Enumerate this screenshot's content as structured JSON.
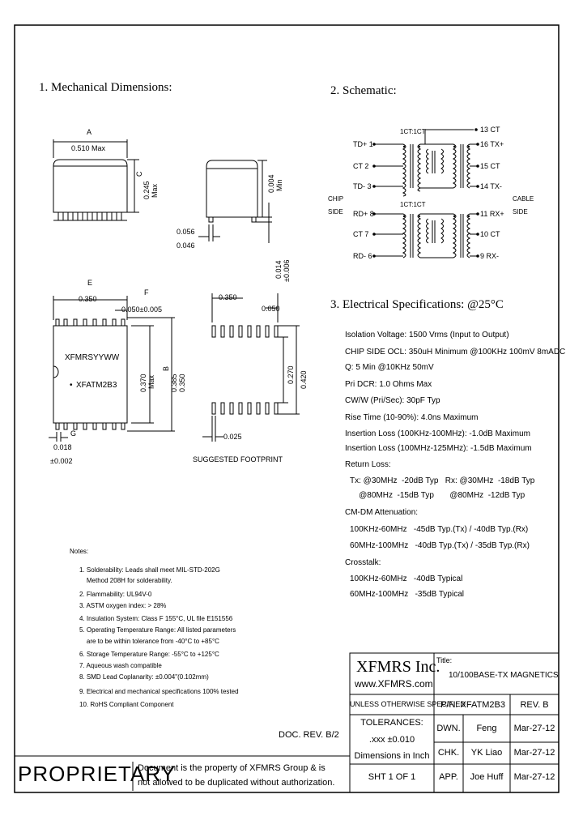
{
  "sections": {
    "mechanical": "1. Mechanical Dimensions:",
    "schematic": "2. Schematic:",
    "electrical": "3. Electrical Specifications: @25°C"
  },
  "mech": {
    "dim_a_label": "A",
    "dim_a_value": "0.510 Max",
    "dim_c_label": "C",
    "dim_c_value": "0.245",
    "dim_c_max": "Max",
    "dim_top_value": "0.004",
    "dim_top_min": "Min",
    "lead_w1": "0.056",
    "lead_w2": "0.046",
    "lead_h1": "0.014",
    "lead_h2": "±0.006",
    "dim_e_label": "E",
    "dim_e_value": "0.350",
    "dim_f_label": "F",
    "dim_f_value": "0.050±0.005",
    "marking_line1": "XFMRSYYWW",
    "marking_line2": "XFATM2B3",
    "dim_d_value": "0.370",
    "dim_d_max": "Max",
    "dim_b_label": "B",
    "dim_b_value1": "0.385",
    "dim_b_value2": "0.350",
    "dim_g_label": "G",
    "dim_g_value1": "0.018",
    "dim_g_value2": "±0.002",
    "fp_w": "0.350",
    "fp_pitch": "0.050",
    "fp_inner": "0.270",
    "fp_outer": "0.420",
    "fp_pad": "0.025",
    "fp_caption": "SUGGESTED FOOTPRINT"
  },
  "schem": {
    "ratio_top": "1CT:1CT",
    "ratio_bot": "1CT:1CT",
    "td_plus": "TD+ 1",
    "ct2": "CT  2",
    "td_minus": "TD- 3",
    "rd_plus": "RD+ 8",
    "ct7": "CT  7",
    "rd_minus": "RD- 6",
    "p13": "13 CT",
    "p16": "16 TX+",
    "p15": "15 CT",
    "p14": "14 TX-",
    "p11": "11 RX+",
    "p10": "10 CT",
    "p9": "9  RX-",
    "chip_side_1": "CHIP",
    "chip_side_2": "SIDE",
    "cable_side_1": "CABLE",
    "cable_side_2": "SIDE"
  },
  "specs": [
    "Isolation Voltage: 1500 Vrms (Input to Output)",
    "CHIP SIDE OCL: 350uH Minimum @100KHz 100mV 8mADC",
    "Q: 5 Min @10KHz 50mV",
    "Pri DCR: 1.0 Ohms Max",
    "CW/W (Pri/Sec): 30pF Typ",
    "Rise Time (10-90%): 4.0ns Maximum",
    "Insertion Loss (100KHz-100MHz): -1.0dB Maximum",
    "Insertion Loss (100MHz-125MHz): -1.5dB Maximum",
    "Return Loss:",
    "Tx: @30MHz  -20dB Typ   Rx: @30MHz  -18dB Typ",
    "    @80MHz  -15dB Typ       @80MHz  -12dB Typ",
    "CM-DM Attenuation:",
    "100KHz-60MHz   -45dB Typ.(Tx) / -40dB Typ.(Rx)",
    "60MHz-100MHz   -40dB Typ.(Tx) / -35dB Typ.(Rx)",
    "Crosstalk:",
    "100KHz-60MHz   -40dB Typical",
    "60MHz-100MHz   -35dB Typical"
  ],
  "notes": {
    "title": "Notes:",
    "items": [
      "1. Solderability: Leads shall meet MIL-STD-202G",
      "    Method 208H for solderability.",
      "2. Flammability: UL94V-0",
      "3. ASTM oxygen index: > 28%",
      "4. Insulation System: Class F 155°C, UL file E151556",
      "5. Operating Temperature Range: All listed parameters",
      "    are to be within tolerance from -40°C to +85°C",
      "6. Storage Temperature Range: -55°C to +125°C",
      "7. Aqueous wash compatible",
      "8. SMD Lead Coplanarity: ±0.004\"(0.102mm)",
      "9. Electrical and mechanical specifications 100% tested",
      "10. RoHS Compliant Component"
    ]
  },
  "doc_rev": "DOC. REV. B/2",
  "proprietary": {
    "word": "PROPRIETARY",
    "line1": "Document is the property of XFMRS Group & is",
    "line2": "not allowed to be duplicated without authorization."
  },
  "title_block": {
    "company": "XFMRS Inc.",
    "url": "www.XFMRS.com",
    "title_label": "Title:",
    "title_value": "10/100BASE-TX MAGNETICS",
    "unless": "UNLESS OTHERWISE SPECIFIED",
    "tolerances": "TOLERANCES:",
    "tol_value": ".xxx ±0.010",
    "dims": "Dimensions in Inch",
    "pn": "P/N: XFATM2B3",
    "rev": "REV. B",
    "dwn_label": "DWN.",
    "dwn_name": "Feng",
    "dwn_date": "Mar-27-12",
    "chk_label": "CHK.",
    "chk_name": "YK Liao",
    "chk_date": "Mar-27-12",
    "app_label": "APP.",
    "app_name": "Joe Huff",
    "app_date": "Mar-27-12",
    "sheet": "SHT 1 OF 1"
  }
}
